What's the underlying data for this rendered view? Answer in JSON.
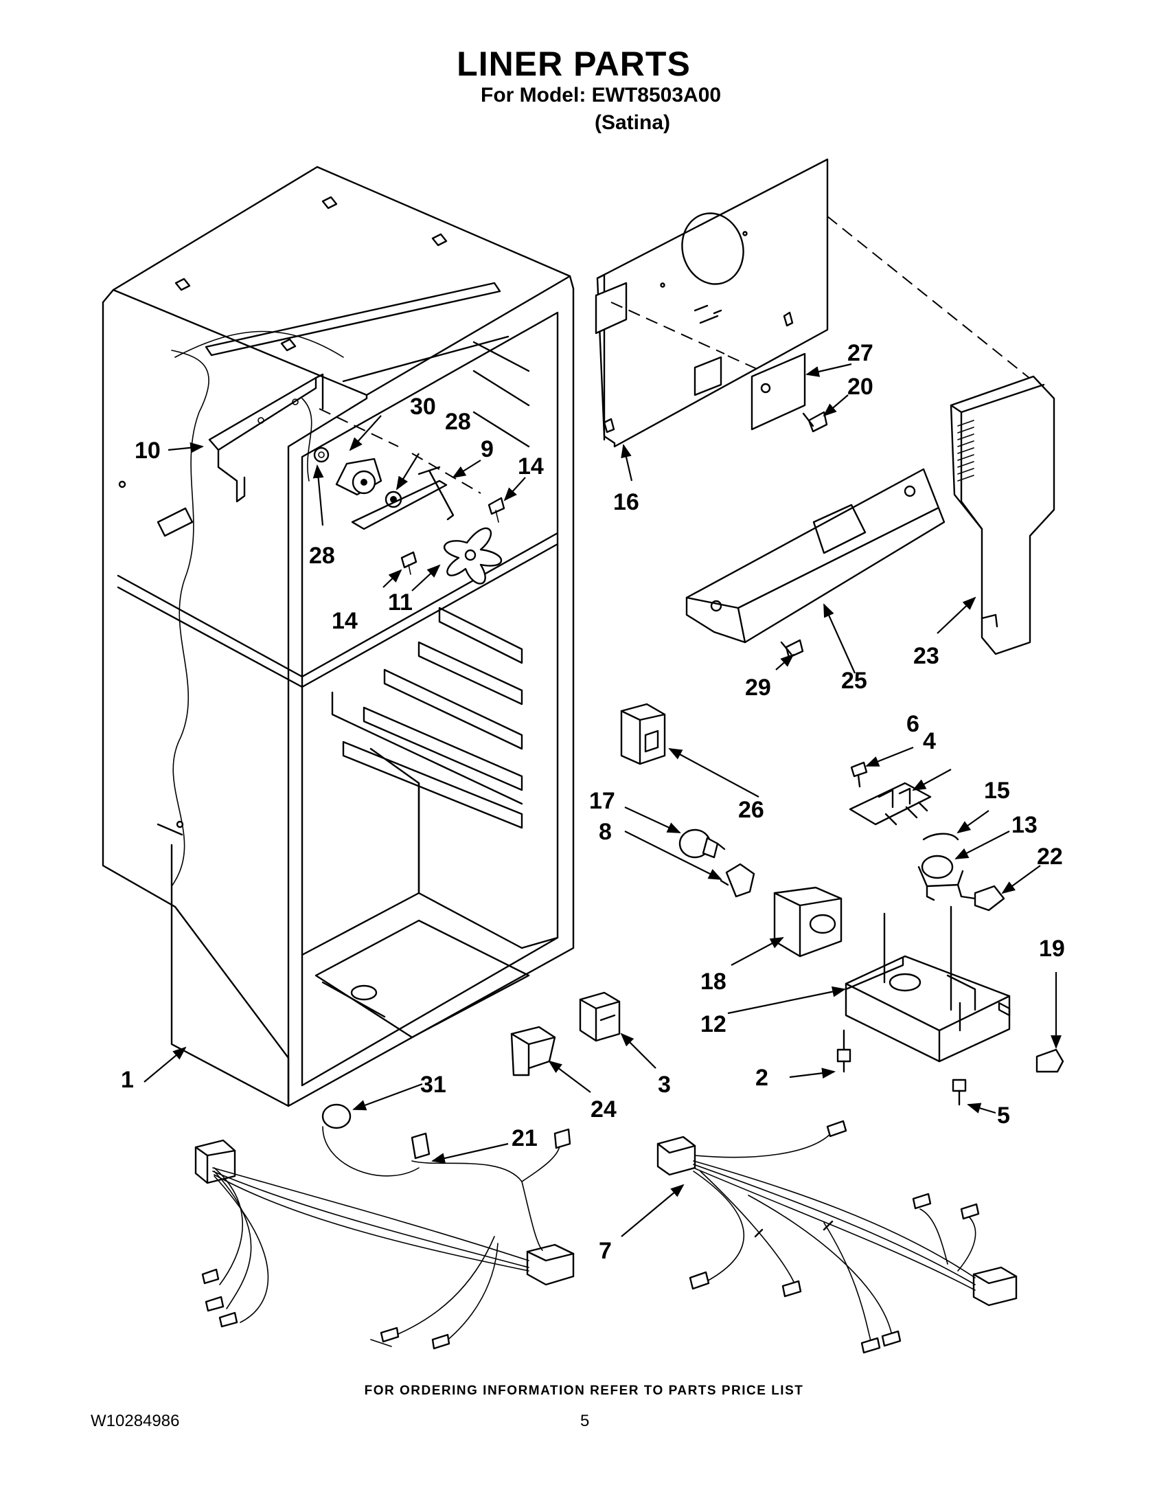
{
  "header": {
    "title": "LINER PARTS",
    "model_line": "For Model: EWT8503A00",
    "variant": "(Satina)"
  },
  "footer": {
    "ordering_note": "FOR ORDERING INFORMATION REFER TO PARTS PRICE LIST",
    "document_number": "W10284986",
    "page_number": "5"
  },
  "callouts": [
    "1",
    "2",
    "3",
    "4",
    "5",
    "6",
    "7",
    "8",
    "9",
    "10",
    "11",
    "12",
    "13",
    "14",
    "14",
    "15",
    "16",
    "17",
    "18",
    "19",
    "20",
    "21",
    "22",
    "23",
    "24",
    "25",
    "26",
    "27",
    "28",
    "28",
    "29",
    "30",
    "31"
  ]
}
